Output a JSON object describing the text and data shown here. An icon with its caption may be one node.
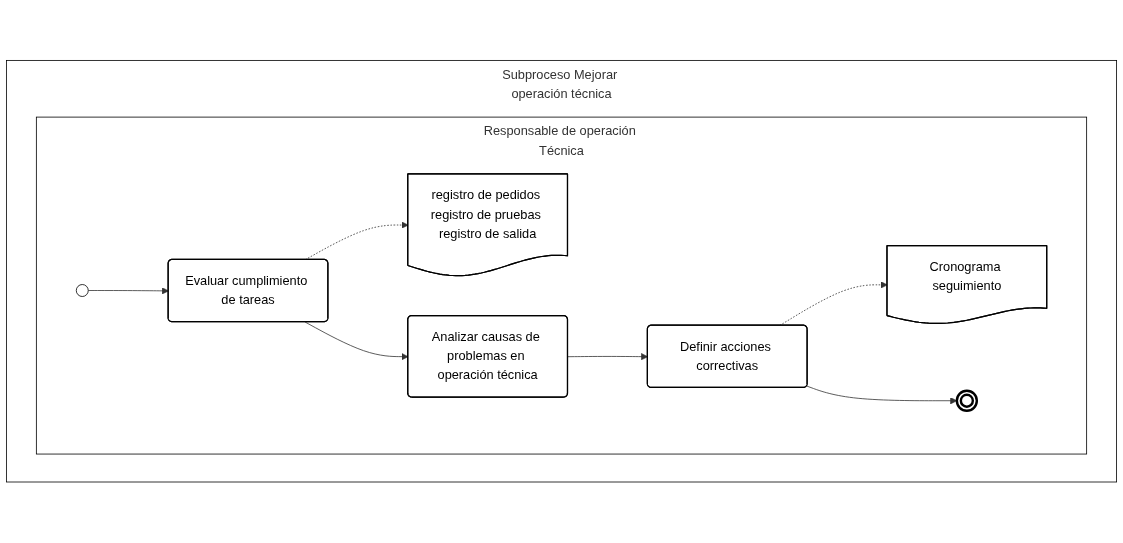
{
  "diagram": {
    "nodes": [
      {
        "text": [
          "Subproceso Mejorar operación técnica"
        ]
      },
      {
        "text": [
          "Responsable de operación Técnica"
        ],
        "in": 0
      },
      {
        "text": [],
        "shape": "circle",
        "in": 1
      },
      {
        "text": [
          "Evaluar cumplimiento de tareas"
        ],
        "in": 1
      },
      {
        "text": [
          "registro de pedidos registro de pruebas registro de salida"
        ],
        "in": 1
      },
      {
        "text": [
          "Analizar causas de problemas en operación técnica"
        ],
        "in": 1
      },
      {
        "text": [
          "Definir acciones correctivas"
        ],
        "in": 1
      },
      {
        "text": [
          "Cronograma seguimiento"
        ],
        "in": 1
      },
      {
        "text": [],
        "shape": "circle",
        "in": 1
      }
    ],
    "edges": [
      {
        "from": 2,
        "to": 3,
        "arrow": "to"
      },
      {
        "from": 3,
        "to": 4,
        "arrow": "to",
        "style": "dashed"
      },
      {
        "from": 3,
        "to": 5,
        "arrow": "to"
      },
      {
        "from": 5,
        "to": 6,
        "arrow": "to"
      },
      {
        "from": 6,
        "to": 7,
        "arrow": "to",
        "style": "dashed"
      },
      {
        "from": 6,
        "to": 8,
        "arrow": "to"
      }
    ]
  }
}
